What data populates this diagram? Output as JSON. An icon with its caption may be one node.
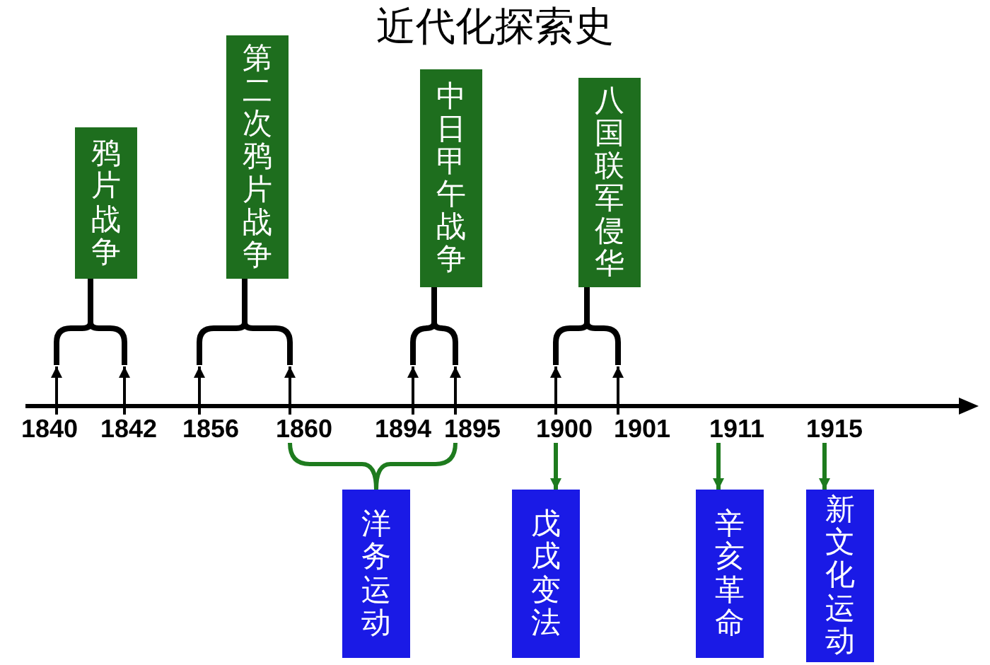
{
  "diagram": {
    "title": "近代化探索史",
    "nodes": [
      {
        "text": [
          "鸦片战争"
        ]
      },
      {
        "text": [
          "第二次鸦片战争"
        ]
      },
      {
        "text": [
          "中日甲午战争"
        ]
      },
      {
        "text": [
          "八国联军侵华"
        ]
      },
      {
        "text": [
          "1840"
        ]
      },
      {
        "text": [
          "1842"
        ]
      },
      {
        "text": [
          "1856"
        ]
      },
      {
        "text": [
          "1860"
        ]
      },
      {
        "text": [
          "1894"
        ]
      },
      {
        "text": [
          "1895"
        ]
      },
      {
        "text": [
          "1900"
        ]
      },
      {
        "text": [
          "1901"
        ]
      },
      {
        "text": [
          "1911"
        ]
      },
      {
        "text": [
          "1915"
        ]
      },
      {
        "text": [
          "洋务运动"
        ]
      },
      {
        "text": [
          "戊戌变法"
        ]
      },
      {
        "text": [
          "辛亥革命"
        ]
      },
      {
        "text": [
          "新文化运动"
        ]
      },
      {
        "text": [],
        "shape": "bracket"
      },
      {
        "text": [],
        "shape": "bracket"
      },
      {
        "text": [],
        "shape": "bracket"
      },
      {
        "text": [],
        "shape": "bracket"
      }
    ],
    "edges": [
      {
        "from": 4,
        "to": 18,
        "arrow": "to"
      },
      {
        "from": 5,
        "to": 18,
        "arrow": "to"
      },
      {
        "from": 6,
        "to": 19,
        "arrow": "to"
      },
      {
        "from": 7,
        "to": 19,
        "arrow": "to"
      },
      {
        "from": 8,
        "to": 20,
        "arrow": "to"
      },
      {
        "from": 9,
        "to": 20,
        "arrow": "to"
      },
      {
        "from": 10,
        "to": 21,
        "arrow": "to"
      },
      {
        "from": 11,
        "to": 21,
        "arrow": "to"
      },
      {
        "from": 18,
        "to": 0,
        "arrow": "none"
      },
      {
        "from": 19,
        "to": 1,
        "arrow": "none"
      },
      {
        "from": 20,
        "to": 2,
        "arrow": "none"
      },
      {
        "from": 21,
        "to": 3,
        "arrow": "none"
      },
      {
        "from": 7,
        "to": 14,
        "arrow": "none",
        "color": "#1e7b1e"
      },
      {
        "from": 9,
        "to": 14,
        "arrow": "none",
        "color": "#1e7b1e"
      },
      {
        "from": 10,
        "to": 15,
        "arrow": "to",
        "color": "#1e7b1e"
      },
      {
        "from": 12,
        "to": 16,
        "arrow": "to",
        "color": "#1e7b1e"
      },
      {
        "from": 13,
        "to": 17,
        "arrow": "to",
        "color": "#1e7b1e"
      }
    ]
  }
}
